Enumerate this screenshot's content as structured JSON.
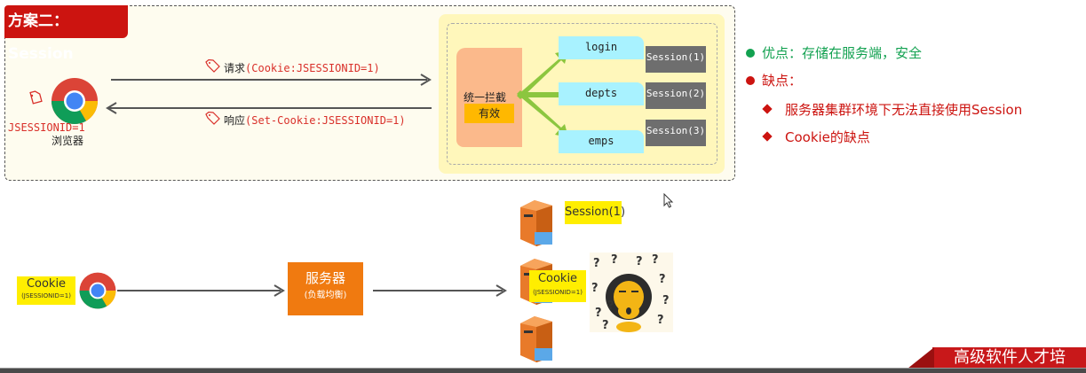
{
  "title": "方案二：Session",
  "browser": {
    "cookie_id": "JSESSIONID=1",
    "label": "浏览器"
  },
  "request": {
    "prefix": "请求",
    "detail": "(Cookie:JSESSIONID=1)"
  },
  "response": {
    "prefix": "响应",
    "detail": "(Set-Cookie:JSESSIONID=1)"
  },
  "interceptor": {
    "label": "统一拦截",
    "status": "有效"
  },
  "endpoints": [
    {
      "name": "login",
      "session": "Session(1)"
    },
    {
      "name": "depts",
      "session": "Session(2)"
    },
    {
      "name": "emps",
      "session": "Session(3)"
    }
  ],
  "pros_cons": {
    "pros": "优点：存储在服务端，安全",
    "cons_title": "缺点：",
    "cons_items": [
      "服务器集群环境下无法直接使用Session",
      "Cookie的缺点"
    ],
    "pros_color": "#12a150",
    "cons_color": "#cc1410"
  },
  "cluster": {
    "client_cookie": {
      "title": "Cookie",
      "sub": "(JSESSIONID=1)"
    },
    "load_balancer": {
      "title": "服务器",
      "sub": "(负载均衡)"
    },
    "server1_session": "Session(1)",
    "server2_cookie": {
      "title": "Cookie",
      "sub": "(JSESSIONID=1)"
    },
    "question_marks": "?"
  },
  "banner": "高级软件人才培"
}
